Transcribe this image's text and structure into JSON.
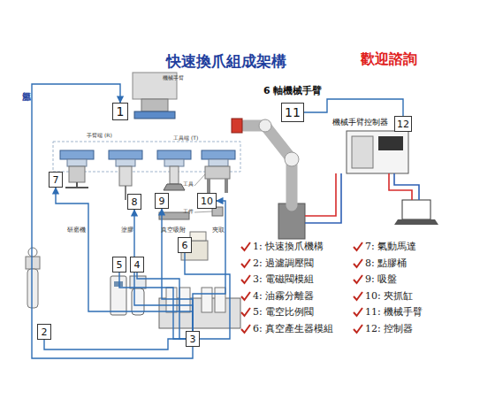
{
  "diagram": {
    "title": "快速換爪組成架構",
    "nodes": [
      {
        "text": [
          "1"
        ]
      },
      {
        "text": [
          "11"
        ]
      },
      {
        "text": [
          "12"
        ]
      },
      {
        "text": [
          "7"
        ]
      },
      {
        "text": [
          "8"
        ]
      },
      {
        "text": [
          "9"
        ]
      },
      {
        "text": [
          "10"
        ]
      },
      {
        "text": [
          "6"
        ]
      },
      {
        "text": [
          "5"
        ]
      },
      {
        "text": [
          "4"
        ]
      },
      {
        "text": [
          "3"
        ]
      },
      {
        "text": [
          "2"
        ]
      }
    ],
    "edges": [
      {
        "from": 11,
        "to": 10,
        "arrow": "none"
      },
      {
        "from": 10,
        "to": 3,
        "arrow": "to"
      },
      {
        "from": 10,
        "to": 4,
        "arrow": "to"
      },
      {
        "from": 10,
        "to": 5,
        "arrow": "to"
      },
      {
        "from": 10,
        "to": 6,
        "arrow": "to"
      },
      {
        "from": 10,
        "to": 0,
        "arrow": "to"
      },
      {
        "from": 7,
        "to": 10,
        "arrow": "none"
      },
      {
        "from": 8,
        "to": 10,
        "arrow": "none"
      },
      {
        "from": 9,
        "to": 10,
        "arrow": "none"
      },
      {
        "from": 1,
        "to": 2,
        "arrow": "none"
      }
    ],
    "labels": [
      "歡迎諮詢",
      "氣壓源",
      "6 軸機械手臂",
      "機械手臂",
      "手臂端 (R)",
      "工具端 (T)",
      "工具",
      "工件",
      "研磨機",
      "塗膠",
      "真空吸附",
      "夾取",
      "機械手臂控制器"
    ],
    "legend": [
      {
        "text": "1: 快速換爪機構"
      },
      {
        "text": "2: 過濾調壓閥"
      },
      {
        "text": "3: 電磁閥模組"
      },
      {
        "text": "4: 油霧分離器"
      },
      {
        "text": "5: 電空比例閥"
      },
      {
        "text": "6: 真空產生器模組"
      },
      {
        "text": "7: 氣動馬達"
      },
      {
        "text": "8: 點膠桶"
      },
      {
        "text": "9: 吸盤"
      },
      {
        "text": "10: 夾抓缸"
      },
      {
        "text": "11: 機械手臂"
      },
      {
        "text": "12: 控制器"
      }
    ]
  }
}
